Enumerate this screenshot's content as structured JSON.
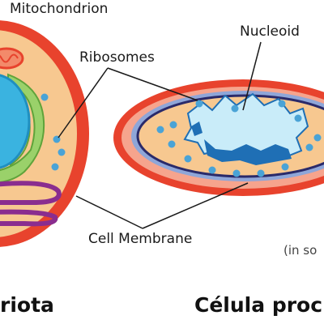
{
  "labels": {
    "mitochondrion": "Mitochondrion",
    "ribosomes": "Ribosomes",
    "nucleoid": "Nucleoid",
    "cell_membrane": "Cell Membrane",
    "scale_note": "(in so",
    "eukaryota_caption": "riota",
    "prokaryote_caption": "Célula proc"
  },
  "colors": {
    "background": "#ffffff",
    "euk_wall": "#e8432d",
    "cytoplasm": "#f7c890",
    "nucleus": "#3ab3e0",
    "er": "#7dc24b",
    "golgi": "#8a2d8f",
    "mitochondrion": "#e8432d",
    "ribosome": "#4aa3d6",
    "prok_outer": "#e8432d",
    "prok_membrane_blue": "#8fa6d8",
    "prok_inner_line": "#2a2a6a",
    "nucleoid_fill": "#c9ecf9",
    "nucleoid_dark": "#1f6fb5",
    "line": "#1a1a1a"
  }
}
